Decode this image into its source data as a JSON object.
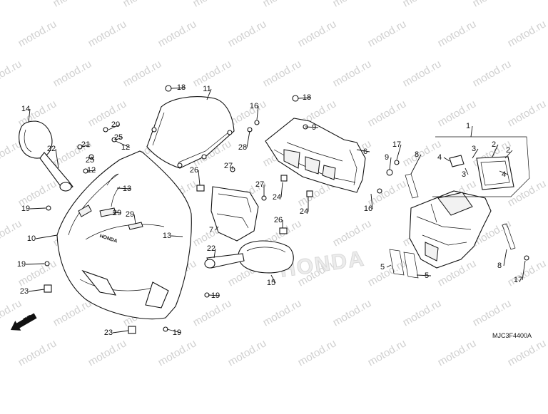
{
  "watermark": "motod.ru",
  "diagram_code": "MJC3F4400A",
  "direction_label": "FR.",
  "brand_mark": "HONDA",
  "fairing_brand": "HONDA",
  "callouts": [
    {
      "id": "c1",
      "label": "1"
    },
    {
      "id": "c2a",
      "label": "2"
    },
    {
      "id": "c2b",
      "label": "2"
    },
    {
      "id": "c3a",
      "label": "3"
    },
    {
      "id": "c3b",
      "label": "3"
    },
    {
      "id": "c4a",
      "label": "4"
    },
    {
      "id": "c4b",
      "label": "4"
    },
    {
      "id": "c5a",
      "label": "5"
    },
    {
      "id": "c5b",
      "label": "5"
    },
    {
      "id": "c6",
      "label": "6"
    },
    {
      "id": "c7",
      "label": "7"
    },
    {
      "id": "c8a",
      "label": "8"
    },
    {
      "id": "c8b",
      "label": "8"
    },
    {
      "id": "c9a",
      "label": "9"
    },
    {
      "id": "c9b",
      "label": "9"
    },
    {
      "id": "c10",
      "label": "10"
    },
    {
      "id": "c11",
      "label": "11"
    },
    {
      "id": "c12a",
      "label": "12"
    },
    {
      "id": "c12b",
      "label": "12"
    },
    {
      "id": "c13a",
      "label": "13"
    },
    {
      "id": "c13b",
      "label": "13"
    },
    {
      "id": "c14",
      "label": "14"
    },
    {
      "id": "c15",
      "label": "15"
    },
    {
      "id": "c16a",
      "label": "16"
    },
    {
      "id": "c16b",
      "label": "16"
    },
    {
      "id": "c17a",
      "label": "17"
    },
    {
      "id": "c17b",
      "label": "17"
    },
    {
      "id": "c18a",
      "label": "18"
    },
    {
      "id": "c18b",
      "label": "18"
    },
    {
      "id": "c19a",
      "label": "19"
    },
    {
      "id": "c19b",
      "label": "19"
    },
    {
      "id": "c19c",
      "label": "19"
    },
    {
      "id": "c19d",
      "label": "19"
    },
    {
      "id": "c20",
      "label": "20"
    },
    {
      "id": "c21",
      "label": "21"
    },
    {
      "id": "c22a",
      "label": "22"
    },
    {
      "id": "c22b",
      "label": "22"
    },
    {
      "id": "c23a",
      "label": "23"
    },
    {
      "id": "c23b",
      "label": "23"
    },
    {
      "id": "c24a",
      "label": "24"
    },
    {
      "id": "c24b",
      "label": "24"
    },
    {
      "id": "c25a",
      "label": "25"
    },
    {
      "id": "c25b",
      "label": "25"
    },
    {
      "id": "c26a",
      "label": "26"
    },
    {
      "id": "c26b",
      "label": "26"
    },
    {
      "id": "c27a",
      "label": "27"
    },
    {
      "id": "c27b",
      "label": "27"
    },
    {
      "id": "c28",
      "label": "28"
    },
    {
      "id": "c29a",
      "label": "29"
    },
    {
      "id": "c29b",
      "label": "29"
    }
  ]
}
